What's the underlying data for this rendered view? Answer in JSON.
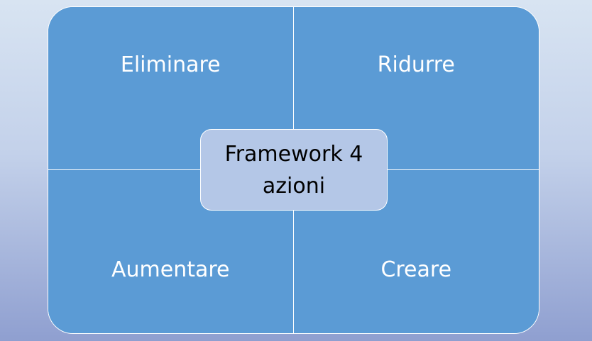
{
  "diagram": {
    "center": {
      "line1": "Framework 4",
      "line2": "azioni"
    },
    "quadrants": {
      "top_left": "Eliminare",
      "top_right": "Ridurre",
      "bottom_left": "Aumentare",
      "bottom_right": "Creare"
    },
    "colors": {
      "quadrant_fill": "#5b9bd5",
      "center_fill": "#b4c7e7",
      "border": "#ffffff",
      "background_top": "#d8e4f2",
      "background_bottom": "#8f9fd0"
    }
  }
}
